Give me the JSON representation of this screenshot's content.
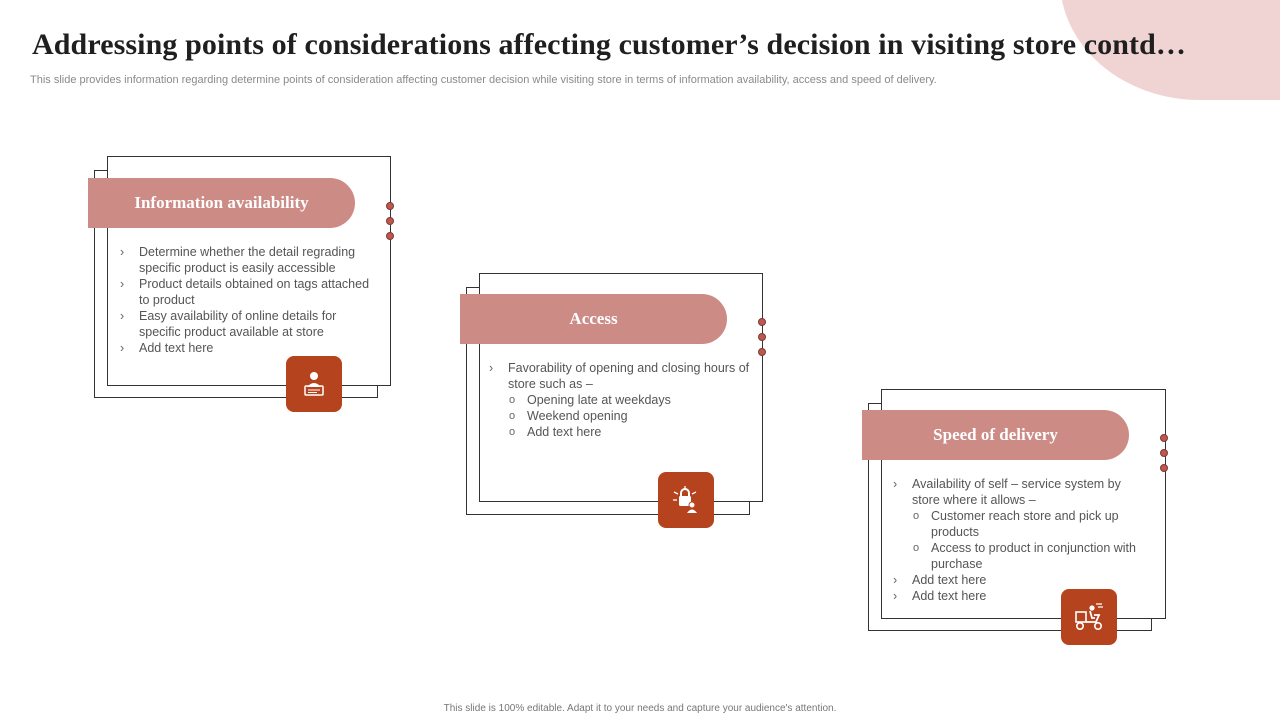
{
  "header": {
    "title": "Addressing points of considerations affecting customer’s decision in visiting store contd…",
    "subtitle": "This slide provides information regarding determine points of consideration affecting customer decision while visiting store in terms of information availability, access and speed of delivery."
  },
  "cards": [
    {
      "heading": "Information availability",
      "icon": "person-document-icon",
      "items": [
        "Determine whether the detail regrading specific product is easily accessible",
        "Product details obtained on tags attached to product",
        "Easy availability of online details for specific product available  at store",
        "Add text here"
      ]
    },
    {
      "heading": "Access",
      "icon": "lock-person-icon",
      "items": [
        "Favorability  of opening  and closing hours of store such as –"
      ],
      "subitems": [
        "Opening late at weekdays",
        "Weekend opening",
        "Add text here"
      ]
    },
    {
      "heading": "Speed of delivery",
      "icon": "delivery-scooter-icon",
      "items": [
        "Availability of self – service  system by store where  it allows –",
        "Add text here",
        "Add text here"
      ],
      "subitems": [
        "Customer reach store and pick up products",
        "Access to product  in conjunction with purchase"
      ]
    }
  ],
  "footer": "This slide is 100% editable.  Adapt it to your needs and capture your audience's attention.",
  "colors": {
    "accent": "#cd8b86",
    "icon_bg": "#b5441e",
    "blob": "#f0d3d3"
  }
}
